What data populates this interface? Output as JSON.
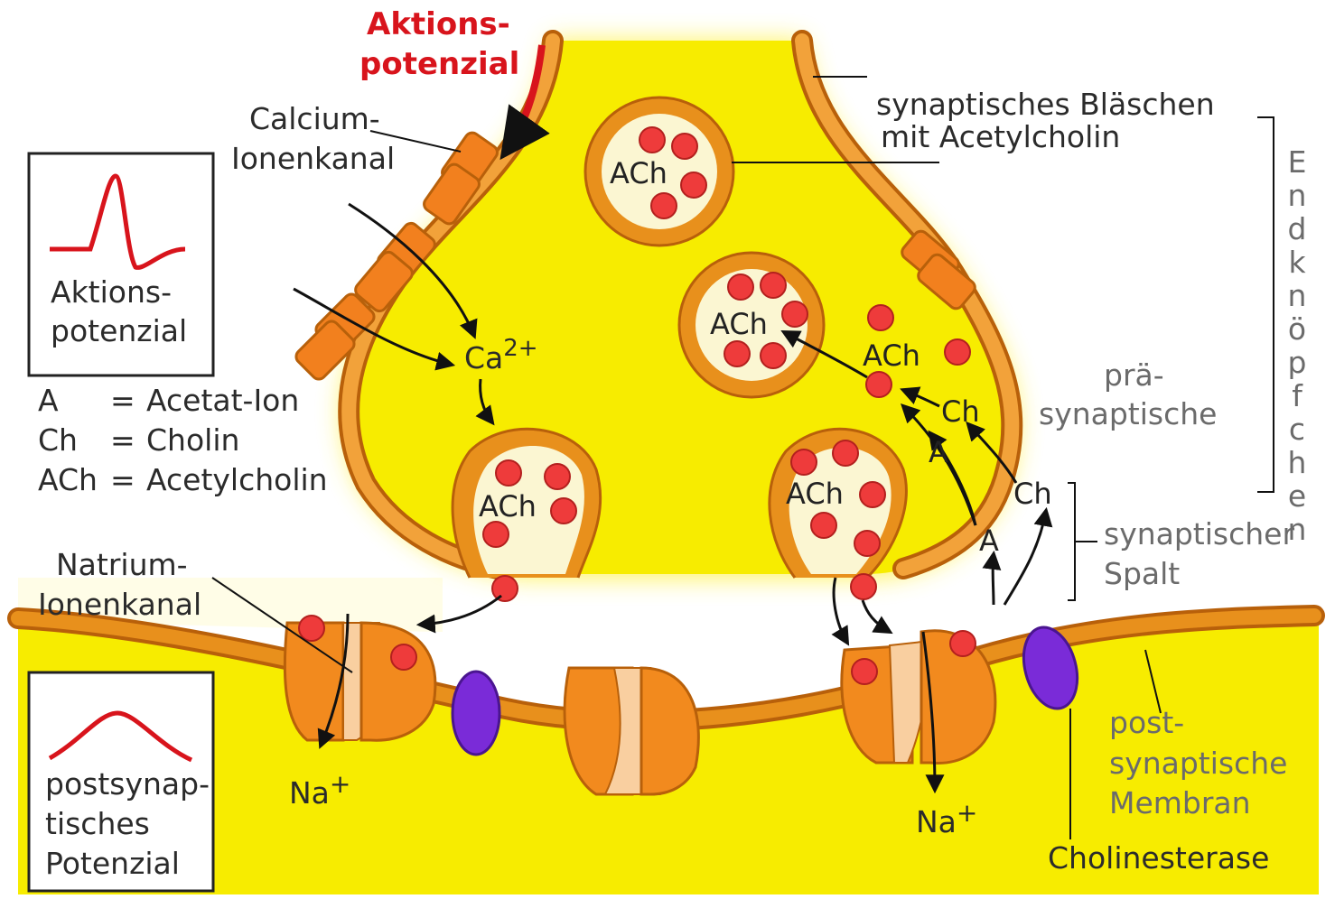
{
  "colors": {
    "background": "#ffffff",
    "synapse_fill": "#f7ec00",
    "membrane": "#e8901c",
    "membrane_dark": "#b8600a",
    "channel": "#f28a1e",
    "channel_pale": "#f9cfa0",
    "ach_molecule": "#ee3b3b",
    "cholinesterase": "#7a2bd8",
    "action_potential_red": "#d8141c",
    "label_text": "#2b2b2b",
    "gray_text": "#6b6b6b"
  },
  "labels": {
    "aktionspotenzial_top_1": "Aktions-",
    "aktionspotenzial_top_2": "potenzial",
    "calcium_1": "Calcium-",
    "calcium_2": "Ionenkanal",
    "vesicle_label_1": "synaptisches Bläschen",
    "vesicle_label_2": "mit Acetylcholin",
    "endknoepfchen": "Endknöpfchen",
    "ca_ion": "Ca",
    "ca_charge": "2+",
    "ach": "ACh",
    "ch": "Ch",
    "a": "A",
    "pra_1": "prä-",
    "pra_2": "synaptische",
    "spalt_1": "synaptischer",
    "spalt_2": "Spalt",
    "natrium_1": "Natrium-",
    "natrium_2": "Ionenkanal",
    "na_ion": "Na",
    "na_charge": "+",
    "post_1": "post-",
    "post_2": "synaptische",
    "post_3": "Membran",
    "cholinesterase": "Cholinesterase"
  },
  "legend": {
    "rows": [
      {
        "abbr": "A",
        "eq": "=",
        "text": "Acetat-Ion"
      },
      {
        "abbr": "Ch",
        "eq": "=",
        "text": "Cholin"
      },
      {
        "abbr": "ACh",
        "eq": "=",
        "text": "Acetylcholin"
      }
    ]
  },
  "box_action": {
    "line1": "Aktions-",
    "line2": "potenzial"
  },
  "box_post": {
    "line1": "postsynap-",
    "line2": "tisches",
    "line3": "Potenzial"
  }
}
